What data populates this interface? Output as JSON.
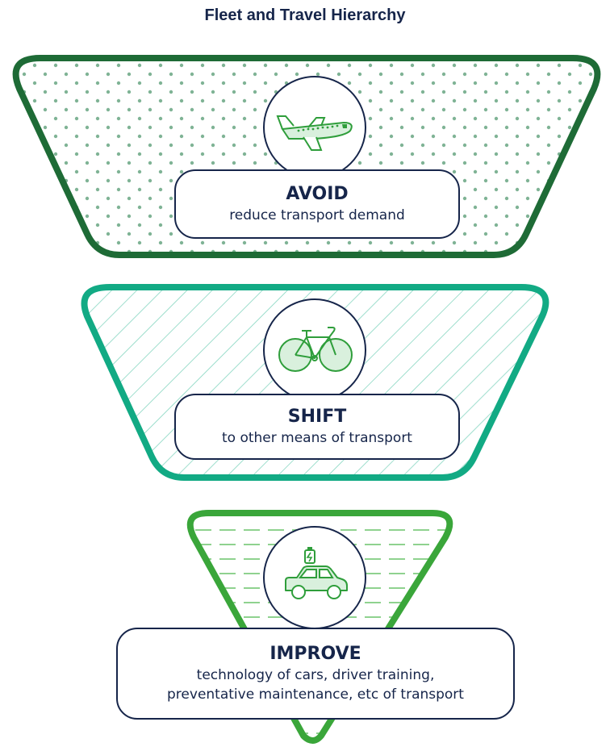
{
  "title": "Fleet and Travel Hierarchy",
  "colors": {
    "avoid": "#1e6b36",
    "shift": "#12aa84",
    "improve": "#3aa63a",
    "text": "#16254a",
    "icon": "#2f9e3b"
  },
  "tiers": [
    {
      "heading": "AVOID",
      "description": "reduce transport demand",
      "icon": "airplane-icon",
      "pattern": "dots"
    },
    {
      "heading": "SHIFT",
      "description": "to other means of transport",
      "icon": "bicycle-icon",
      "pattern": "diagonal-lines"
    },
    {
      "heading": "IMPROVE",
      "description_line1": "technology of cars, driver training,",
      "description_line2": "preventative maintenance, etc of transport",
      "icon": "electric-car-icon",
      "pattern": "dashed-lines"
    }
  ]
}
